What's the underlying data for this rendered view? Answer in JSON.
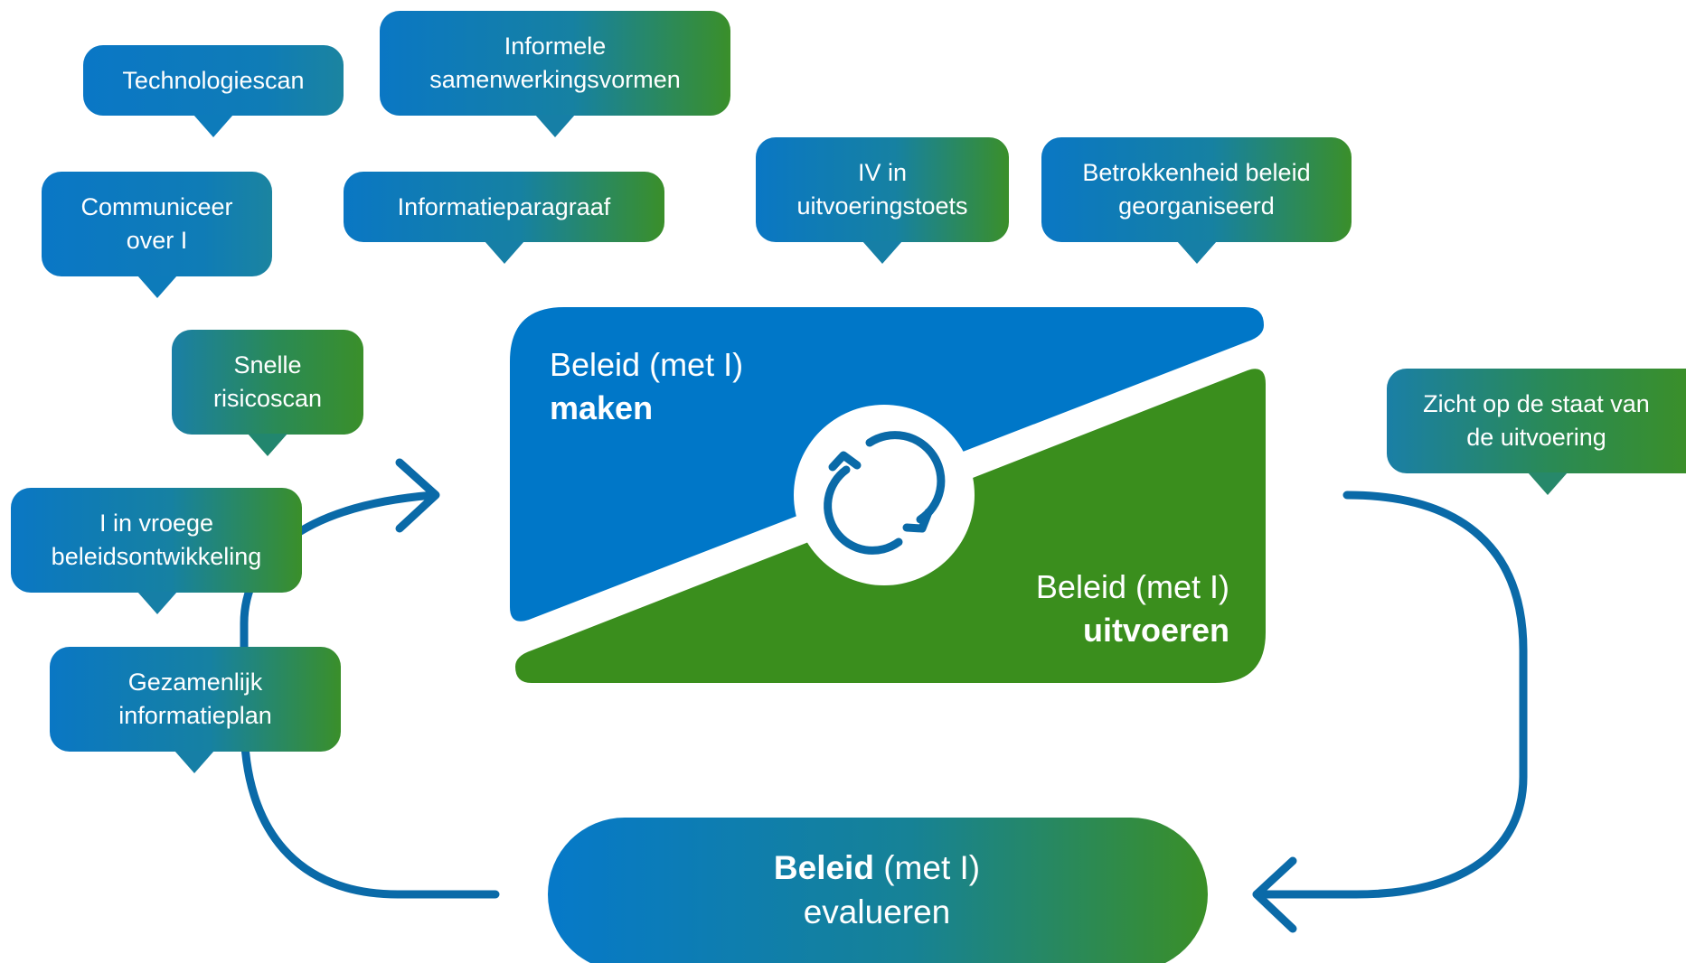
{
  "colors": {
    "blue": "#0077c8",
    "green": "#3a8e1d",
    "arrow": "#0a6aa8",
    "circle": "#ffffff"
  },
  "icons": {
    "cycle": "refresh-cycle-icon"
  },
  "bubbles": [
    {
      "id": "technologiescan",
      "text": "Technologiescan"
    },
    {
      "id": "informele-samenwerkingsvormen",
      "text": "Informele\nsamenwerkingsvormen"
    },
    {
      "id": "communiceer-over-i",
      "text": "Communiceer\nover I"
    },
    {
      "id": "informatieparagraaf",
      "text": "Informatieparagraaf"
    },
    {
      "id": "iv-in-uitvoeringstoets",
      "text": "IV in\nuitvoeringstoets"
    },
    {
      "id": "betrokkenheid-beleid",
      "text": "Betrokkenheid beleid\ngeorganiseerd"
    },
    {
      "id": "snelle-risicoscan",
      "text": "Snelle\nrisicoscan"
    },
    {
      "id": "i-in-vroege-beleidsontwikkeling",
      "text": "I in vroege\nbeleidsontwikkeling"
    },
    {
      "id": "gezamenlijk-informatieplan",
      "text": "Gezamenlijk\ninformatieplan"
    },
    {
      "id": "zicht-op-staat-uitvoering",
      "text": "Zicht op de staat van\nde uitvoering"
    }
  ],
  "make": {
    "line1": "Beleid (met I)",
    "line2": "maken"
  },
  "execute": {
    "line1": "Beleid (met I)",
    "line2": "uitvoeren"
  },
  "evaluate": {
    "bold": "Beleid",
    "rest": " (met I)",
    "line2": "evalueren"
  }
}
